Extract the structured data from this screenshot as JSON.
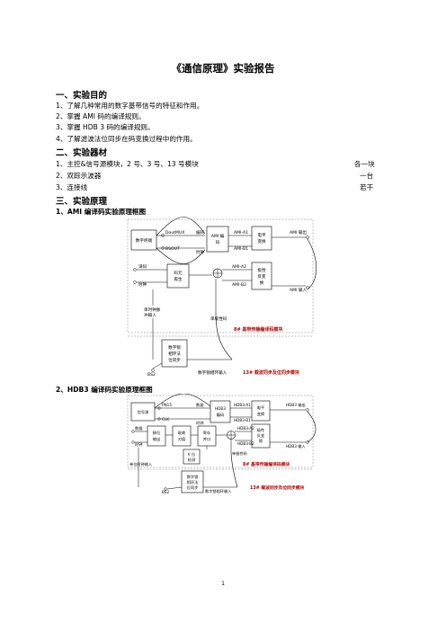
{
  "title": "《通信原理》实验报告",
  "sections": {
    "s1": {
      "heading": "一、实验目的",
      "items": [
        "1、了解几种常用的数字基带信号的特征和作用。",
        "2、掌握 AMI 码的编译规则。",
        "3、掌握 HDB 3 码的编译规则。",
        "4、了解滤波法位同步在码变换过程中的作用。"
      ]
    },
    "s2": {
      "heading": "二、实验器材",
      "items": [
        {
          "name": "1、主控&信号源模块，2 号、3 号、13 号模块",
          "qty": "各一块"
        },
        {
          "name": "2、双踪示波器",
          "qty": "一台"
        },
        {
          "name": "3、连接线",
          "qty": "若干"
        }
      ]
    },
    "s3": {
      "heading": "三、实验原理",
      "fig1_caption": "1、AMI 编译码实验原理框图",
      "fig2_caption": "2、HDB3 编译码实验原理框图"
    }
  },
  "fig1": {
    "src": "数字终端",
    "dout": "DoutMUX",
    "bsout": "BSOUT",
    "code_lbl": "编码",
    "clk_lbl": "时钟",
    "ami_enc": [
      "AMI 编",
      "码"
    ],
    "a1": "AMI-A1",
    "b1": "AMI-B1",
    "elec": [
      "电平",
      "变换"
    ],
    "out": "AMI 输出",
    "dec_lbl": "译码",
    "clk2_lbl": "时钟",
    "sync": [
      "码元",
      "再生"
    ],
    "a2": "AMI-A2",
    "b2": "AMI-B2",
    "polar": [
      "极性",
      "反变",
      "换"
    ],
    "in": "AMI 输入",
    "pulse_in": [
      "单时钟脉",
      "冲输入"
    ],
    "single": "单极性码",
    "mod8": "8# 基带传输编译码模块",
    "dpll": [
      "数字锁",
      "相环法",
      "位同步"
    ],
    "bs2": "BS2",
    "dpll_in": "数字锁相环输入",
    "mod13": "13# 载波同步及位同步模块"
  },
  "fig2": {
    "src": "信号源",
    "pn15": "PN15",
    "clk": "CLK",
    "code_lbl": "数据",
    "clk_lbl": "时钟",
    "hdb_enc": [
      "HDB3",
      "编码"
    ],
    "a1": "HDB3-A1",
    "b1": "HDB3-B1",
    "elec": [
      "电平",
      "变换"
    ],
    "out": "HDB3 输出",
    "dec_lbl": "数据",
    "clk2_lbl": "时钟",
    "shift": [
      "移位",
      "输出"
    ],
    "fetch": [
      "取故",
      "对值"
    ],
    "reg": [
      "寄存",
      "并口"
    ],
    "a2": "HDB3-A2",
    "b2": "HDB3-B2",
    "polar": [
      "极性",
      "反变",
      "换"
    ],
    "in": "HDB3 输入",
    "detect": [
      "V 位",
      "检测"
    ],
    "single": "单极性码",
    "pulse_in": "单位时钟输入",
    "mod8": "8# 基带传输编译码模块",
    "dpll": [
      "数字锁",
      "相环法",
      "位同步"
    ],
    "bs2": "BS2",
    "dpll_in": "数字锁相环输入",
    "mod13": "13# 载波同步及位同步模块"
  },
  "page_number": "1"
}
